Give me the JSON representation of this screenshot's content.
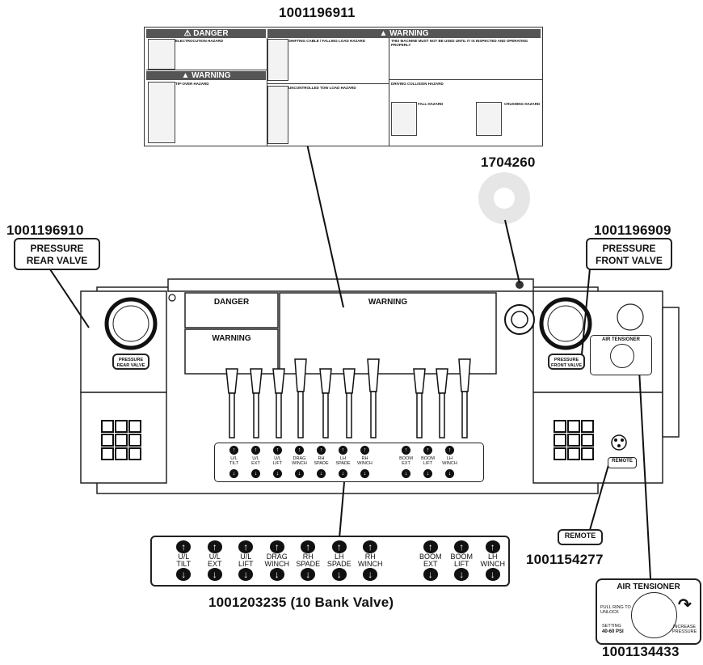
{
  "part_numbers": {
    "top_label": "1001196911",
    "tag": "1704260",
    "rear_valve": "1001196910",
    "front_valve": "1001196909",
    "remote": "1001154277",
    "bank_valve": "1001203235 (10 Bank Valve)",
    "air_tensioner": "1001134433"
  },
  "rear_valve_decal": {
    "line1": "PRESSURE",
    "line2": "REAR VALVE"
  },
  "front_valve_decal": {
    "line1": "PRESSURE",
    "line2": "FRONT VALVE"
  },
  "remote_decal": {
    "label": "REMOTE"
  },
  "air_tensioner_decal": {
    "title": "AIR TENSIONER",
    "pull_ring": "PULL RING TO UNLOCK",
    "setting": "SETTING",
    "psi": "40-60 PSI",
    "increase": "INCREASE PRESSURE"
  },
  "panel_labels": {
    "danger": "DANGER",
    "warning_left": "WARNING",
    "warning_main": "WARNING"
  },
  "safety_label": {
    "danger_header": "DANGER",
    "warning_header": "WARNING",
    "warning_header_left": "WARNING",
    "sections": [
      "ELECTROCUTION HAZARD",
      "TIP-OVER HAZARD",
      "SHIFTING CABLE / FALLING LOAD HAZARD",
      "UNCONTROLLED TOW LOAD HAZARD",
      "THIS MACHINE MUST NOT BE USED UNTIL IT IS INSPECTED AND OPERATING PROPERLY",
      "DRIVING COLLISION HAZARD",
      "FALL HAZARD",
      "CRUSHING HAZARD"
    ]
  },
  "valve_controls": [
    {
      "label": "U/L\nTILT"
    },
    {
      "label": "U/L\nEXT"
    },
    {
      "label": "U/L\nLIFT"
    },
    {
      "label": "DRAG\nWINCH"
    },
    {
      "label": "RH\nSPADE"
    },
    {
      "label": "LH\nSPADE"
    },
    {
      "label": "RH\nWINCH"
    },
    {
      "label": "BOOM\nEXT"
    },
    {
      "label": "BOOM\nLIFT"
    },
    {
      "label": "LH\nWINCH"
    }
  ],
  "icons": {
    "up": "arrow-up-circle-icon",
    "down": "arrow-down-circle-icon"
  }
}
